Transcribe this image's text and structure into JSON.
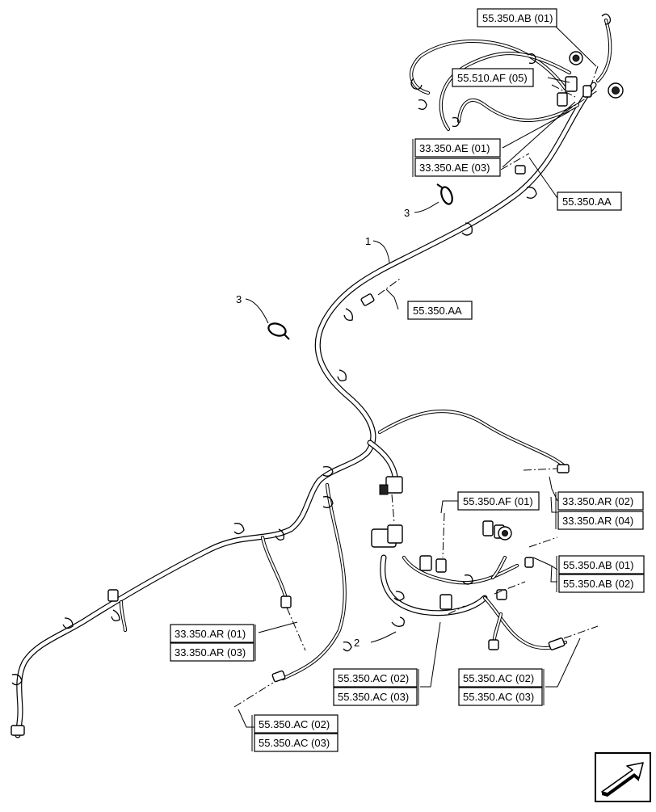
{
  "references": {
    "ab01_top": "55.350.AB (01)",
    "af05": "55.510.AF (05)",
    "ae01": "33.350.AE (01)",
    "ae03": "33.350.AE (03)",
    "aa_right": "55.350.AA",
    "aa_mid": "55.350.AA",
    "af01": "55.350.AF (01)",
    "ar02": "33.350.AR (02)",
    "ar04": "33.350.AR (04)",
    "ab01_right": "55.350.AB (01)",
    "ab02_right": "55.350.AB (02)",
    "ar01": "33.350.AR (01)",
    "ar03": "33.350.AR (03)",
    "ac02_center": "55.350.AC (02)",
    "ac03_center": "55.350.AC (03)",
    "ac02_right": "55.350.AC (02)",
    "ac03_right": "55.350.AC (03)",
    "ac02_left": "55.350.AC (02)",
    "ac03_left": "55.350.AC (03)"
  },
  "callouts": {
    "item1": "1",
    "item2": "2",
    "item3_top": "3",
    "item3_left": "3"
  },
  "icons": {
    "navigation": "arrow-navigation-icon"
  },
  "colors": {
    "line": "#000000",
    "background": "#ffffff"
  }
}
